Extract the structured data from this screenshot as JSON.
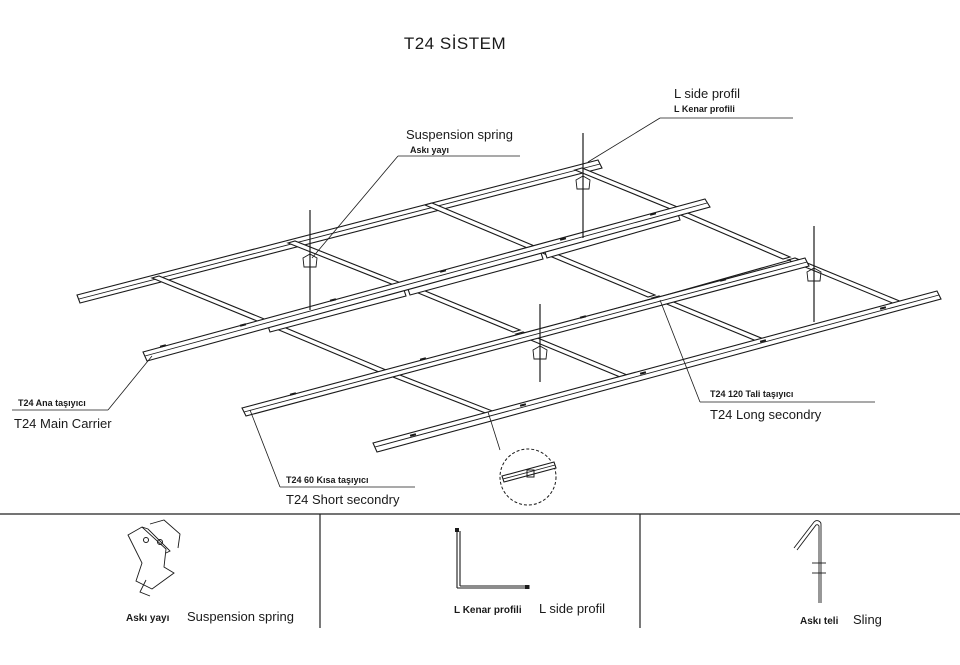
{
  "title": "T24  SİSTEM",
  "callouts": {
    "l_side": {
      "en": "L side profil",
      "tr": "L Kenar profili"
    },
    "suspension": {
      "en": "Suspension spring",
      "tr": "Askı yayı"
    },
    "main_carrier": {
      "tr": "T24 Ana taşıyıcı",
      "en": "T24 Main Carrier"
    },
    "long_secondary": {
      "tr": "T24 120 Tali taşıyıcı",
      "en": "T24 Long secondry"
    },
    "short_secondary": {
      "tr": "T24 60 Kısa taşıyıcı",
      "en": "T24 Short secondry"
    }
  },
  "parts": [
    {
      "tr": "Askı yayı",
      "en": "Suspension spring",
      "icon": "suspension-spring-icon"
    },
    {
      "tr": "L Kenar profili",
      "en": "L side profil",
      "icon": "l-side-profile-icon"
    },
    {
      "tr": "Askı teli",
      "en": "Sling",
      "icon": "sling-wire-icon"
    }
  ]
}
